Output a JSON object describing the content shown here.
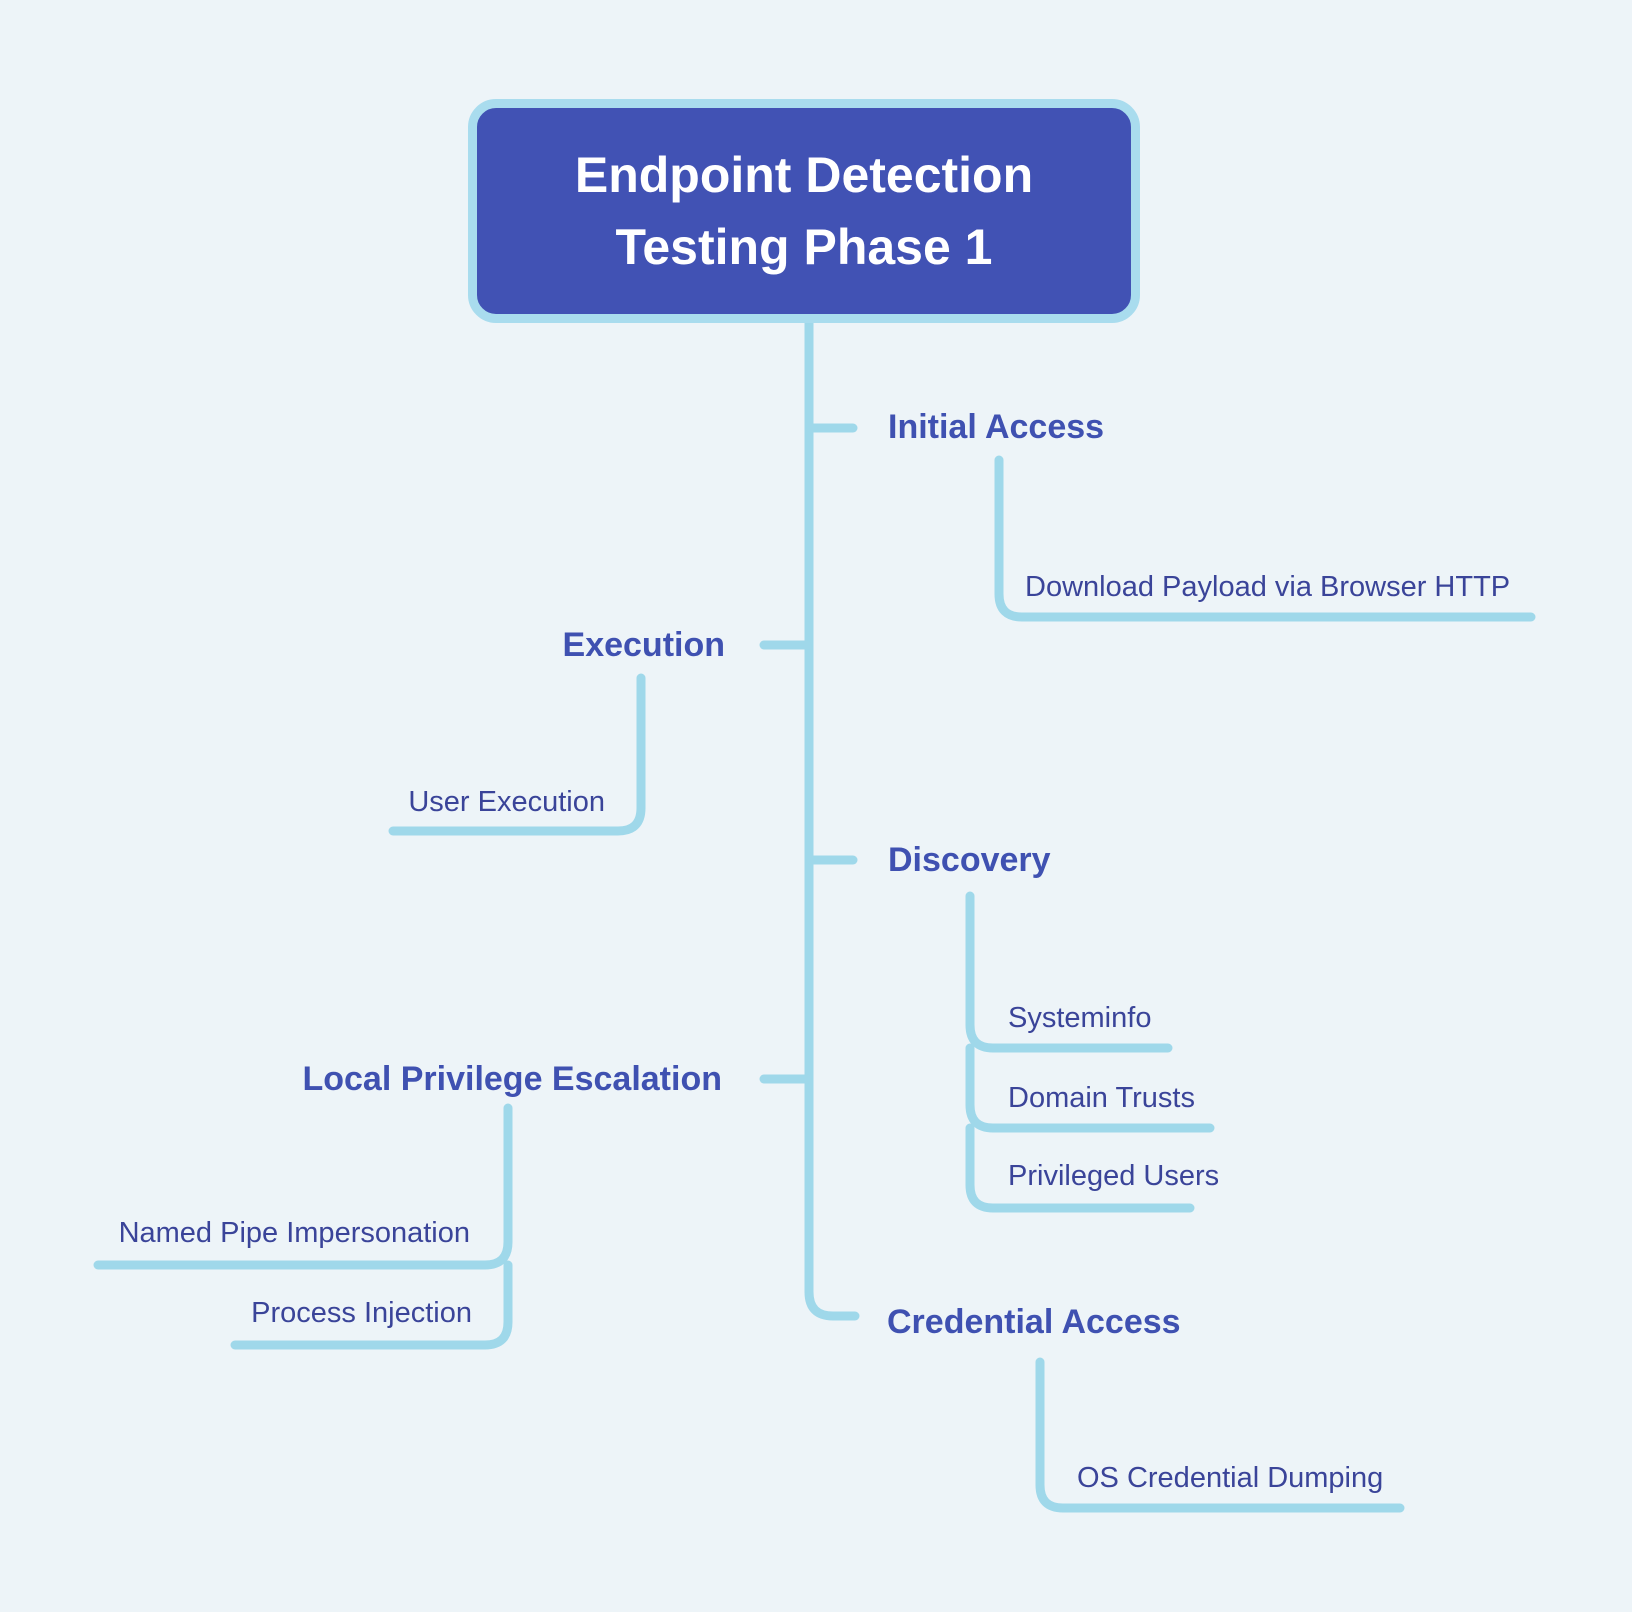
{
  "colors": {
    "background": "#edf4f8",
    "connector_line": "#9fd8ea",
    "root_fill": "#4152b4",
    "root_border": "#a9dcee",
    "root_text": "#ffffff",
    "branch_text": "#3f51b1",
    "leaf_text": "#3a4499"
  },
  "root": {
    "title_line1": "Endpoint Detection",
    "title_line2": "Testing Phase 1"
  },
  "branches": [
    {
      "id": "initial-access",
      "label": "Initial Access",
      "side": "right",
      "children": [
        "Download Payload via Browser HTTP"
      ]
    },
    {
      "id": "execution",
      "label": "Execution",
      "side": "left",
      "children": [
        "User Execution"
      ]
    },
    {
      "id": "discovery",
      "label": "Discovery",
      "side": "right",
      "children": [
        "Systeminfo",
        "Domain Trusts",
        "Privileged Users"
      ]
    },
    {
      "id": "local-privilege-escalation",
      "label": "Local Privilege Escalation",
      "side": "left",
      "children": [
        "Named Pipe Impersonation",
        "Process Injection"
      ]
    },
    {
      "id": "credential-access",
      "label": "Credential Access",
      "side": "right",
      "children": [
        "OS Credential Dumping"
      ]
    }
  ]
}
